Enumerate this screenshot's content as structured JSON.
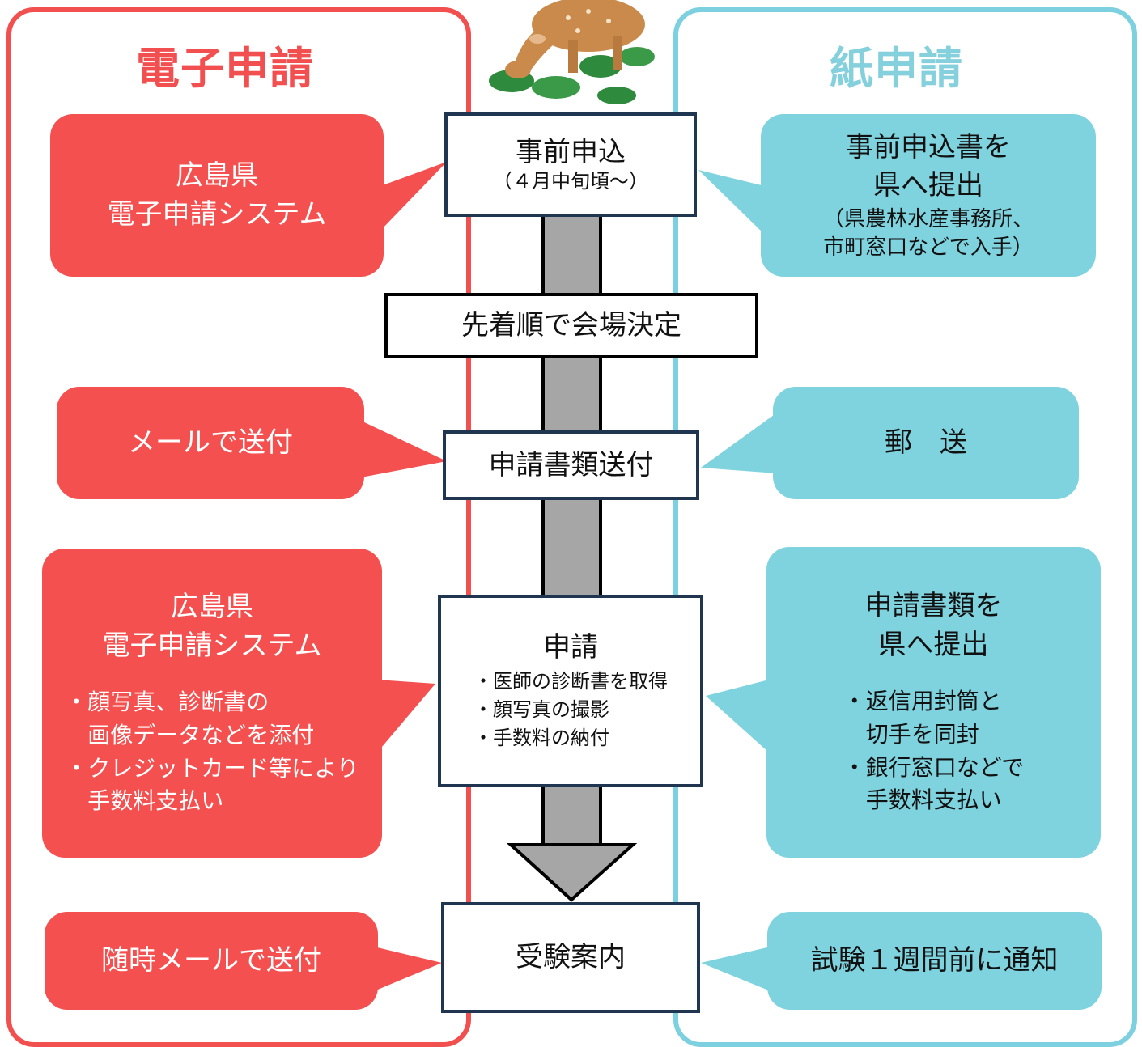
{
  "titles": {
    "left": "電子申請",
    "right": "紙申請"
  },
  "colors": {
    "red": "#f55050",
    "blue": "#7fd3df",
    "arrow": "#a6a6a6",
    "box_border": "#1f3550"
  },
  "steps": {
    "pre": {
      "main": "事前申込",
      "sub": "（４月中旬頃～）"
    },
    "venue": {
      "main": "先着順で会場決定"
    },
    "docs": {
      "main": "申請書類送付"
    },
    "apply": {
      "main": "申請",
      "items": [
        "・医師の診断書を取得",
        "・顔写真の撮影",
        "・手数料の納付"
      ]
    },
    "exam": {
      "main": "受験案内"
    }
  },
  "left": {
    "b1": {
      "line1": "広島県",
      "line2": "電子申請システム"
    },
    "b2": {
      "text": "メールで送付"
    },
    "b3": {
      "line1": "広島県",
      "line2": "電子申請システム",
      "items": [
        "・顔写真、診断書の",
        "　画像データなどを添付",
        "・クレジットカード等により",
        "　手数料支払い"
      ]
    },
    "b4": {
      "text": "随時メールで送付"
    }
  },
  "right": {
    "b1": {
      "line1": "事前申込書を",
      "line2": "県へ提出",
      "sub1": "（県農林水産事務所、",
      "sub2": "市町窓口などで入手）"
    },
    "b2": {
      "text": "郵　送"
    },
    "b3": {
      "line1": "申請書類を",
      "line2": "県へ提出",
      "items": [
        "・返信用封筒と",
        "　切手を同封",
        "・銀行窓口などで",
        "　手数料支払い"
      ]
    },
    "b4": {
      "text": "試験１週間前に通知"
    }
  },
  "decor": {
    "illustration": "deer-eating-grass-illustration"
  }
}
